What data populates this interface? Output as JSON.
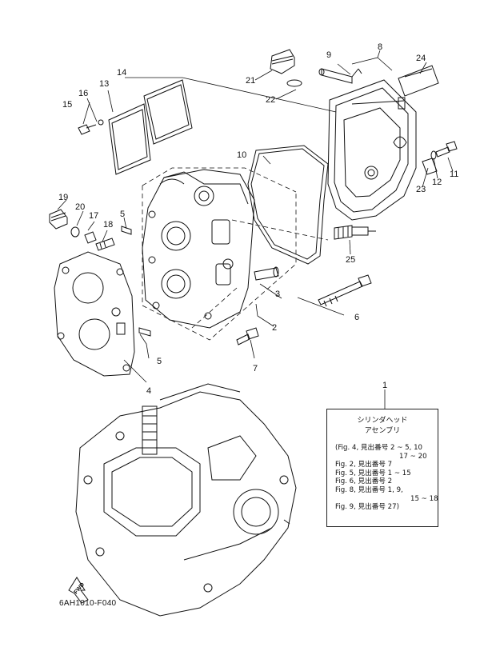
{
  "callouts": [
    {
      "n": "1"
    },
    {
      "n": "2"
    },
    {
      "n": "3"
    },
    {
      "n": "4"
    },
    {
      "n": "5"
    },
    {
      "n": "5b",
      "label": "5"
    },
    {
      "n": "6"
    },
    {
      "n": "7"
    },
    {
      "n": "8"
    },
    {
      "n": "9"
    },
    {
      "n": "10"
    },
    {
      "n": "11"
    },
    {
      "n": "12"
    },
    {
      "n": "13"
    },
    {
      "n": "14"
    },
    {
      "n": "15"
    },
    {
      "n": "16"
    },
    {
      "n": "17"
    },
    {
      "n": "18"
    },
    {
      "n": "19"
    },
    {
      "n": "20"
    },
    {
      "n": "21"
    },
    {
      "n": "22"
    },
    {
      "n": "23"
    },
    {
      "n": "24"
    },
    {
      "n": "25"
    }
  ],
  "labels": {
    "c1": "1",
    "c2": "2",
    "c3": "3",
    "c4": "4",
    "c5": "5",
    "c5b": "5",
    "c6": "6",
    "c7": "7",
    "c8": "8",
    "c9": "9",
    "c10": "10",
    "c11": "11",
    "c12": "12",
    "c13": "13",
    "c14": "14",
    "c15": "15",
    "c16": "16",
    "c17": "17",
    "c18": "18",
    "c19": "19",
    "c20": "20",
    "c21": "21",
    "c22": "22",
    "c23": "23",
    "c24": "24",
    "c25": "25"
  },
  "assembly_box": {
    "title_line1": "シリンダヘッド",
    "title_line2": "アセンブリ",
    "line1": "(Fig. 4, 見出番号 2 ~ 5, 10",
    "line1b": "17 ~ 20",
    "line2": "Fig. 2, 見出番号 7",
    "line3": "Fig. 5, 見出番号 1 ~ 15",
    "line4": "Fig. 6, 見出番号 2",
    "line5": "Fig. 8, 見出番号 1, 9,",
    "line5b": "15 ~ 18",
    "line6": "Fig. 9, 見出番号 27)"
  },
  "fwd_label": "FWD",
  "drawing_code": "6AH1010-F040"
}
